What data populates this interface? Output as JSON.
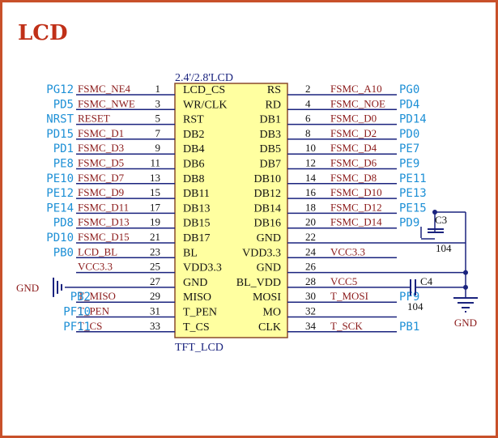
{
  "title": "LCD",
  "component": {
    "ref": "2.4'/2.8'LCD",
    "name": "TFT_LCD"
  },
  "colors": {
    "border": "#c8502a",
    "title": "#c03018",
    "wire": "#1a237e",
    "body_fill": "#ffffa0",
    "body_stroke": "#8a4a2a",
    "net_label": "#8b1a1a",
    "port": "#1e90d6",
    "text": "#111111",
    "junction": "#1a237e",
    "gnd": "#8b1a1a"
  },
  "left_pins": [
    {
      "num": "1",
      "name": "LCD_CS",
      "net": "FSMC_NE4",
      "port": "PG12"
    },
    {
      "num": "3",
      "name": "WR/CLK",
      "net": "FSMC_NWE",
      "port": "PD5"
    },
    {
      "num": "5",
      "name": "RST",
      "net": "RESET",
      "port": "NRST"
    },
    {
      "num": "7",
      "name": "DB2",
      "net": "FSMC_D1",
      "port": "PD15"
    },
    {
      "num": "9",
      "name": "DB4",
      "net": "FSMC_D3",
      "port": "PD1"
    },
    {
      "num": "11",
      "name": "DB6",
      "net": "FSMC_D5",
      "port": "PE8"
    },
    {
      "num": "13",
      "name": "DB8",
      "net": "FSMC_D7",
      "port": "PE10"
    },
    {
      "num": "15",
      "name": "DB11",
      "net": "FSMC_D9",
      "port": "PE12"
    },
    {
      "num": "17",
      "name": "DB13",
      "net": "FSMC_D11",
      "port": "PE14"
    },
    {
      "num": "19",
      "name": "DB15",
      "net": "FSMC_D13",
      "port": "PD8"
    },
    {
      "num": "21",
      "name": "DB17",
      "net": "FSMC_D15",
      "port": "PD10"
    },
    {
      "num": "23",
      "name": "BL",
      "net": "LCD_BL",
      "port": "PB0"
    },
    {
      "num": "25",
      "name": "VDD3.3",
      "net": "VCC3.3",
      "port": ""
    },
    {
      "num": "27",
      "name": "GND",
      "net": "",
      "port": ""
    },
    {
      "num": "29",
      "name": "MISO",
      "net": "T_MISO",
      "port": "PB2"
    },
    {
      "num": "31",
      "name": "T_PEN",
      "net": "T_PEN",
      "port": "PF10"
    },
    {
      "num": "33",
      "name": "T_CS",
      "net": "T_CS",
      "port": "PF11"
    }
  ],
  "right_pins": [
    {
      "num": "2",
      "name": "RS",
      "net": "FSMC_A10",
      "port": "PG0"
    },
    {
      "num": "4",
      "name": "RD",
      "net": "FSMC_NOE",
      "port": "PD4"
    },
    {
      "num": "6",
      "name": "DB1",
      "net": "FSMC_D0",
      "port": "PD14"
    },
    {
      "num": "8",
      "name": "DB3",
      "net": "FSMC_D2",
      "port": "PD0"
    },
    {
      "num": "10",
      "name": "DB5",
      "net": "FSMC_D4",
      "port": "PE7"
    },
    {
      "num": "12",
      "name": "DB7",
      "net": "FSMC_D6",
      "port": "PE9"
    },
    {
      "num": "14",
      "name": "DB10",
      "net": "FSMC_D8",
      "port": "PE11"
    },
    {
      "num": "16",
      "name": "DB12",
      "net": "FSMC_D10",
      "port": "PE13"
    },
    {
      "num": "18",
      "name": "DB14",
      "net": "FSMC_D12",
      "port": "PE15"
    },
    {
      "num": "20",
      "name": "DB16",
      "net": "FSMC_D14",
      "port": "PD9"
    },
    {
      "num": "22",
      "name": "GND",
      "net": "",
      "port": ""
    },
    {
      "num": "24",
      "name": "VDD3.3",
      "net": "VCC3.3",
      "port": ""
    },
    {
      "num": "26",
      "name": "GND",
      "net": "",
      "port": ""
    },
    {
      "num": "28",
      "name": "BL_VDD",
      "net": "VCC5",
      "port": ""
    },
    {
      "num": "30",
      "name": "MOSI",
      "net": "T_MOSI",
      "port": "PF9"
    },
    {
      "num": "32",
      "name": "MO",
      "net": "",
      "port": ""
    },
    {
      "num": "34",
      "name": "CLK",
      "net": "T_SCK",
      "port": "PB1"
    }
  ],
  "capacitors": [
    {
      "ref": "C3",
      "value": "104"
    },
    {
      "ref": "C4",
      "value": "104"
    }
  ],
  "gnd_labels": {
    "left": "GND",
    "right": "GND"
  }
}
